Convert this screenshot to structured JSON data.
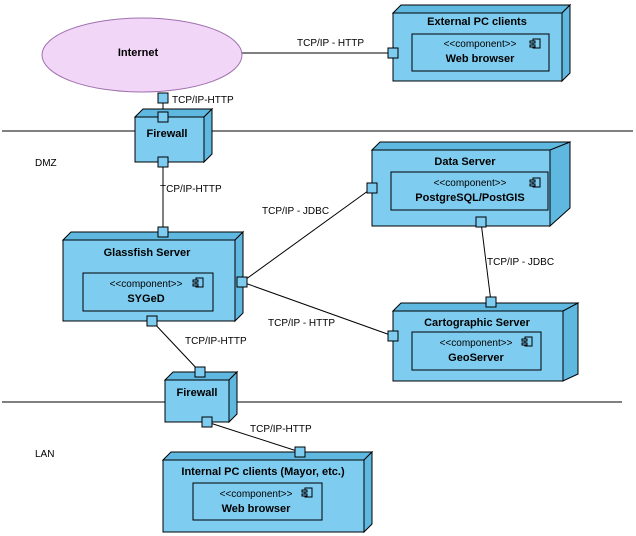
{
  "colors": {
    "node_fill": "#7ecdf0",
    "node_shade": "#5fb8e0",
    "internet_fill": "#f2d6f7",
    "internet_stroke": "#a070b0",
    "port_fill": "#7ecdf0"
  },
  "zones": {
    "dmz": "DMZ",
    "lan": "LAN"
  },
  "internet": {
    "label": "Internet"
  },
  "nodes": {
    "external": {
      "title": "External PC clients",
      "component": {
        "stereotype": "<<component>>",
        "name": "Web browser"
      }
    },
    "firewall_top": {
      "title": "Firewall"
    },
    "data_server": {
      "title": "Data Server",
      "component": {
        "stereotype": "<<component>>",
        "name": "PostgreSQL/PostGIS"
      }
    },
    "glassfish": {
      "title": "Glassfish Server",
      "component": {
        "stereotype": "<<component>>",
        "name": "SYGeD"
      }
    },
    "cartographic": {
      "title": "Cartographic Server",
      "component": {
        "stereotype": "<<component>>",
        "name": "GeoServer"
      }
    },
    "firewall_bottom": {
      "title": "Firewall"
    },
    "internal": {
      "title": "Internal PC clients (Mayor, etc.)",
      "component": {
        "stereotype": "<<component>>",
        "name": "Web browser"
      }
    }
  },
  "connections": {
    "internet_external": "TCP/IP - HTTP",
    "internet_firewall": "TCP/IP-HTTP",
    "firewall_glassfish": "TCP/IP-HTTP",
    "glassfish_data": "TCP/IP - JDBC",
    "data_carto": "TCP/IP  -  JDBC",
    "glassfish_carto": "TCP/IP - HTTP",
    "glassfish_firewall": "TCP/IP-HTTP",
    "firewall_internal": "TCP/IP-HTTP"
  }
}
